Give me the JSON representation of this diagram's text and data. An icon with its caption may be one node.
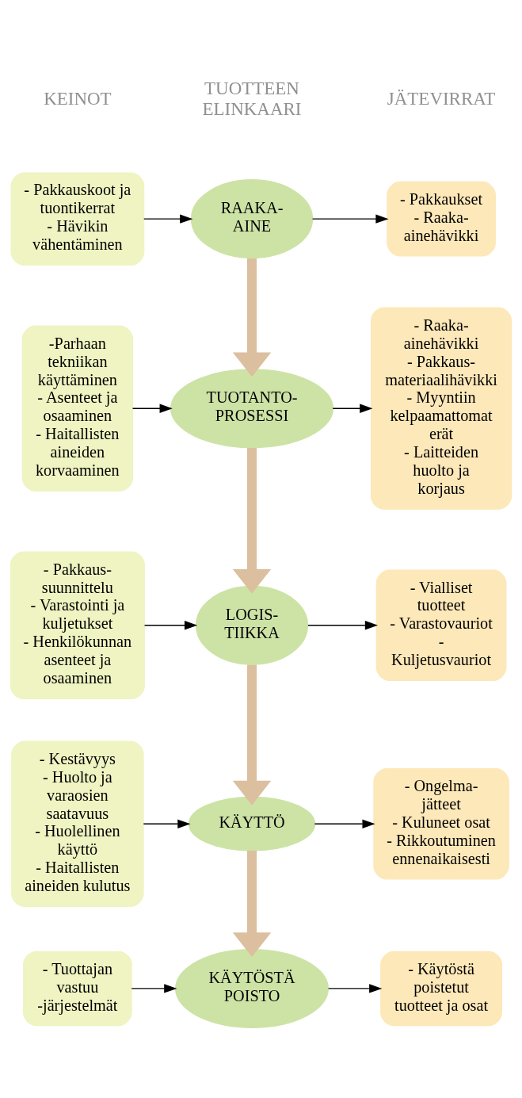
{
  "diagram": {
    "nodes": [
      {
        "text": [
          "- Pakkauskoot ja tuontikerrat",
          "- Hävikin vähentäminen"
        ]
      },
      {
        "text": [
          "RAAKA- AINE"
        ]
      },
      {
        "text": [
          "- Pakkaukset",
          "- Raaka- ainehävikki"
        ]
      },
      {
        "text": [
          "-Parhaan tekniikan käyttäminen",
          "- Asenteet ja osaaminen",
          "- Haitallisten aineiden korvaaminen"
        ]
      },
      {
        "text": [
          "TUOTANTO- PROSESSI"
        ]
      },
      {
        "text": [
          "- Raaka- ainehävikki",
          "- Pakkaus- materiaalihävikki",
          "- Myyntiin kelpaamattomat erät",
          "- Laitteiden huolto ja korjaus"
        ]
      },
      {
        "text": [
          "- Pakkaus- suunnittelu",
          "- Varastointi ja kuljetukset",
          "- Henkilökunnan asenteet ja osaaminen"
        ]
      },
      {
        "text": [
          "LOGIS- TIIKKA"
        ]
      },
      {
        "text": [
          "- Vialliset tuotteet",
          "- Varastovauriot",
          "- Kuljetusvauriot"
        ]
      },
      {
        "text": [
          "- Kestävyys",
          "- Huolto ja varaosien saatavuus",
          "- Huolellinen käyttö",
          "- Haitallisten aineiden kulutus"
        ]
      },
      {
        "text": [
          "KÄYTTÖ"
        ]
      },
      {
        "text": [
          "- Ongelma- jätteet",
          "- Kuluneet osat",
          "- Rikkoutuminen ennenaikaisesti"
        ]
      },
      {
        "text": [
          "- Tuottajan vastuu -järjestelmät"
        ]
      },
      {
        "text": [
          "KÄYTÖSTÄ POISTO"
        ]
      },
      {
        "text": [
          "- Käytöstä poistetut tuotteet ja osat"
        ]
      }
    ],
    "edges": [
      {
        "from": 0,
        "to": 1,
        "arrow": "to"
      },
      {
        "from": 1,
        "to": 2,
        "arrow": "to"
      },
      {
        "from": 1,
        "to": 4,
        "arrow": "to",
        "style": "thick",
        "color": "#dcbf9f"
      },
      {
        "from": 3,
        "to": 4,
        "arrow": "to"
      },
      {
        "from": 4,
        "to": 5,
        "arrow": "to"
      },
      {
        "from": 4,
        "to": 7,
        "arrow": "to",
        "style": "thick",
        "color": "#dcbf9f"
      },
      {
        "from": 6,
        "to": 7,
        "arrow": "to"
      },
      {
        "from": 7,
        "to": 8,
        "arrow": "to"
      },
      {
        "from": 7,
        "to": 10,
        "arrow": "to",
        "style": "thick",
        "color": "#dcbf9f"
      },
      {
        "from": 9,
        "to": 10,
        "arrow": "to"
      },
      {
        "from": 10,
        "to": 11,
        "arrow": "to"
      },
      {
        "from": 10,
        "to": 13,
        "arrow": "to",
        "style": "thick",
        "color": "#dcbf9f"
      },
      {
        "from": 12,
        "to": 13,
        "arrow": "to"
      },
      {
        "from": 13,
        "to": 14,
        "arrow": "to"
      }
    ],
    "labels": [
      "KEINOT",
      "TUOTTEEN ELINKAARI",
      "JÄTEVIRRAT"
    ]
  }
}
